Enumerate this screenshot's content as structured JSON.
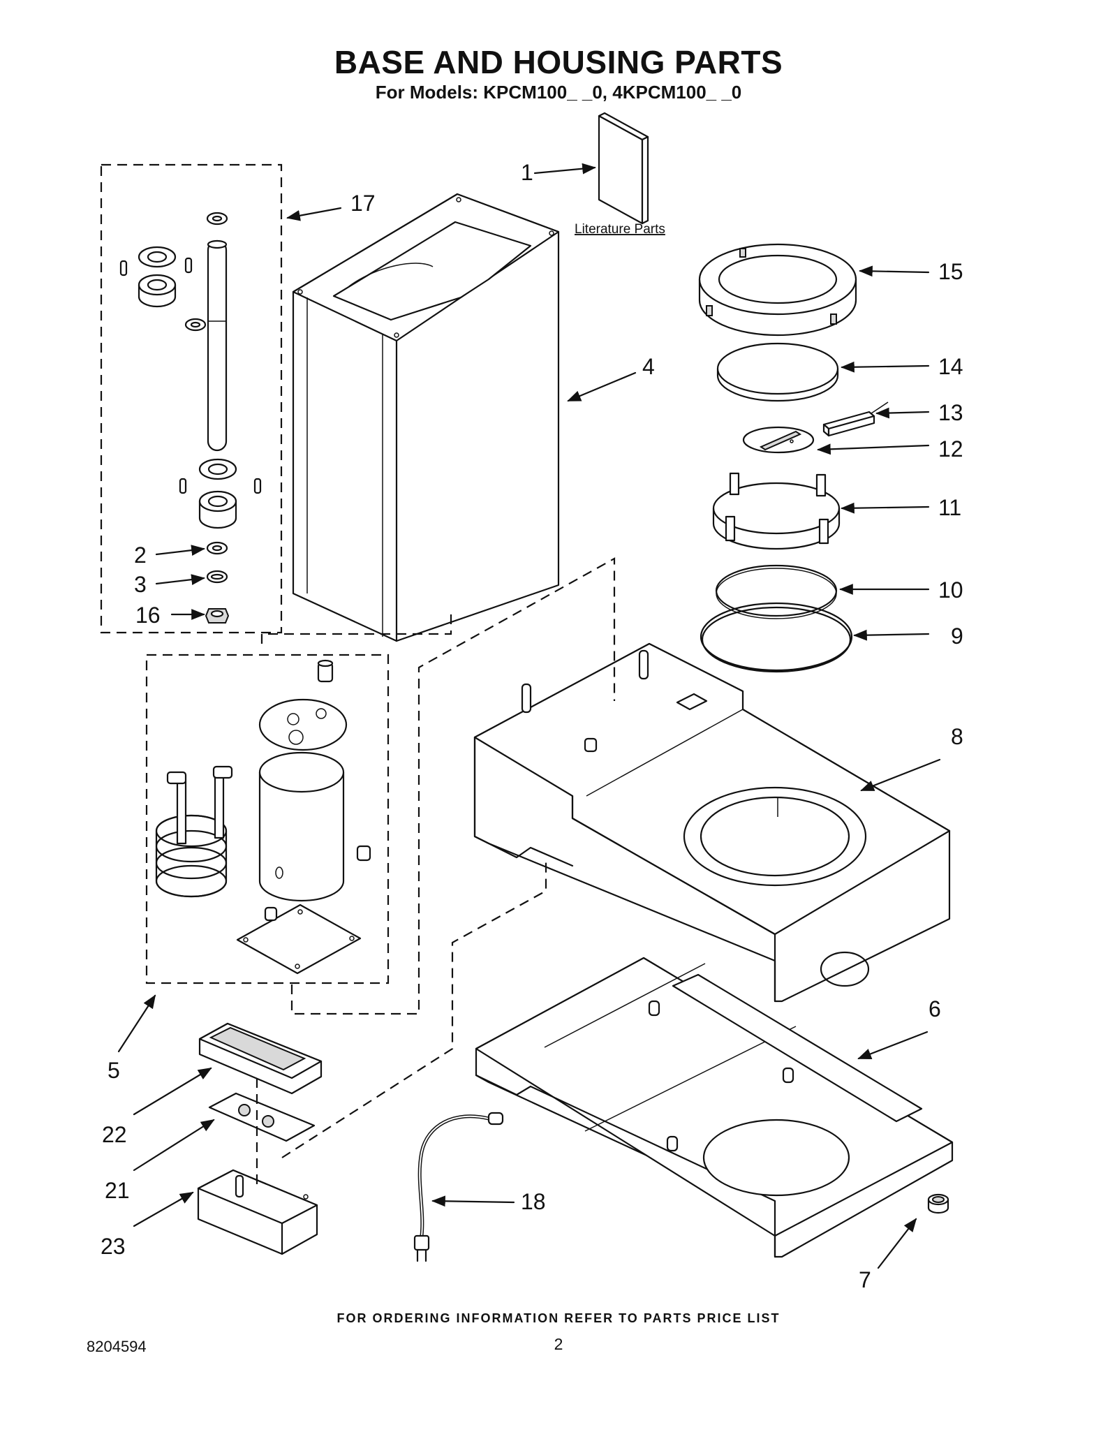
{
  "header": {
    "title": "BASE AND HOUSING PARTS",
    "subtitle": "For Models: KPCM100_ _0, 4KPCM100_ _0"
  },
  "footer": {
    "ordering_note": "FOR ORDERING INFORMATION REFER TO PARTS PRICE LIST",
    "document_number": "8204594",
    "page_number": "2"
  },
  "callouts": {
    "literature_label": "Literature Parts",
    "p1": "1",
    "p2": "2",
    "p3": "3",
    "p4": "4",
    "p5": "5",
    "p6": "6",
    "p7": "7",
    "p8": "8",
    "p9": "9",
    "p10": "10",
    "p11": "11",
    "p12": "12",
    "p13": "13",
    "p14": "14",
    "p15": "15",
    "p16": "16",
    "p17": "17",
    "p18": "18",
    "p21": "21",
    "p22": "22",
    "p23": "23"
  }
}
